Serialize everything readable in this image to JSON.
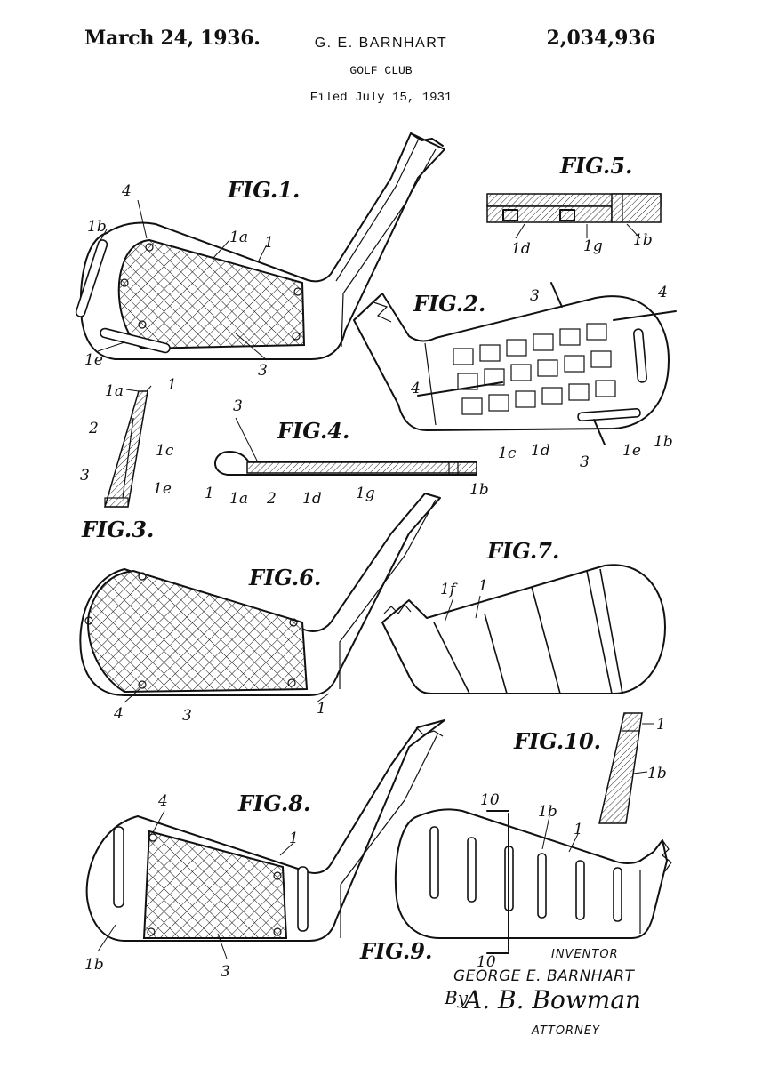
{
  "header": {
    "date": "March 24, 1936.",
    "inventor": "G. E. BARNHART",
    "patent_number": "2,034,936",
    "title": "GOLF CLUB",
    "filed": "Filed July 15, 1931"
  },
  "figures": {
    "fig1": "FIG.1.",
    "fig2": "FIG.2.",
    "fig3": "FIG.3.",
    "fig4": "FIG.4.",
    "fig5": "FIG.5.",
    "fig6": "FIG.6.",
    "fig7": "FIG.7.",
    "fig8": "FIG.8.",
    "fig9": "FIG.9.",
    "fig10": "FIG.10."
  },
  "refs": {
    "n1": "1",
    "n1a": "1a",
    "n1b": "1b",
    "n1c": "1c",
    "n1d": "1d",
    "n1e": "1e",
    "n1f": "1f",
    "n1g": "1g",
    "n2": "2",
    "n3": "3",
    "n4": "4",
    "n10": "10"
  },
  "footer": {
    "inventor_label": "INVENTOR",
    "inventor_name": "GEORGE E. BARNHART",
    "by": "By",
    "attorney_signature": "A. B. Bowman",
    "attorney_label": "ATTORNEY"
  }
}
